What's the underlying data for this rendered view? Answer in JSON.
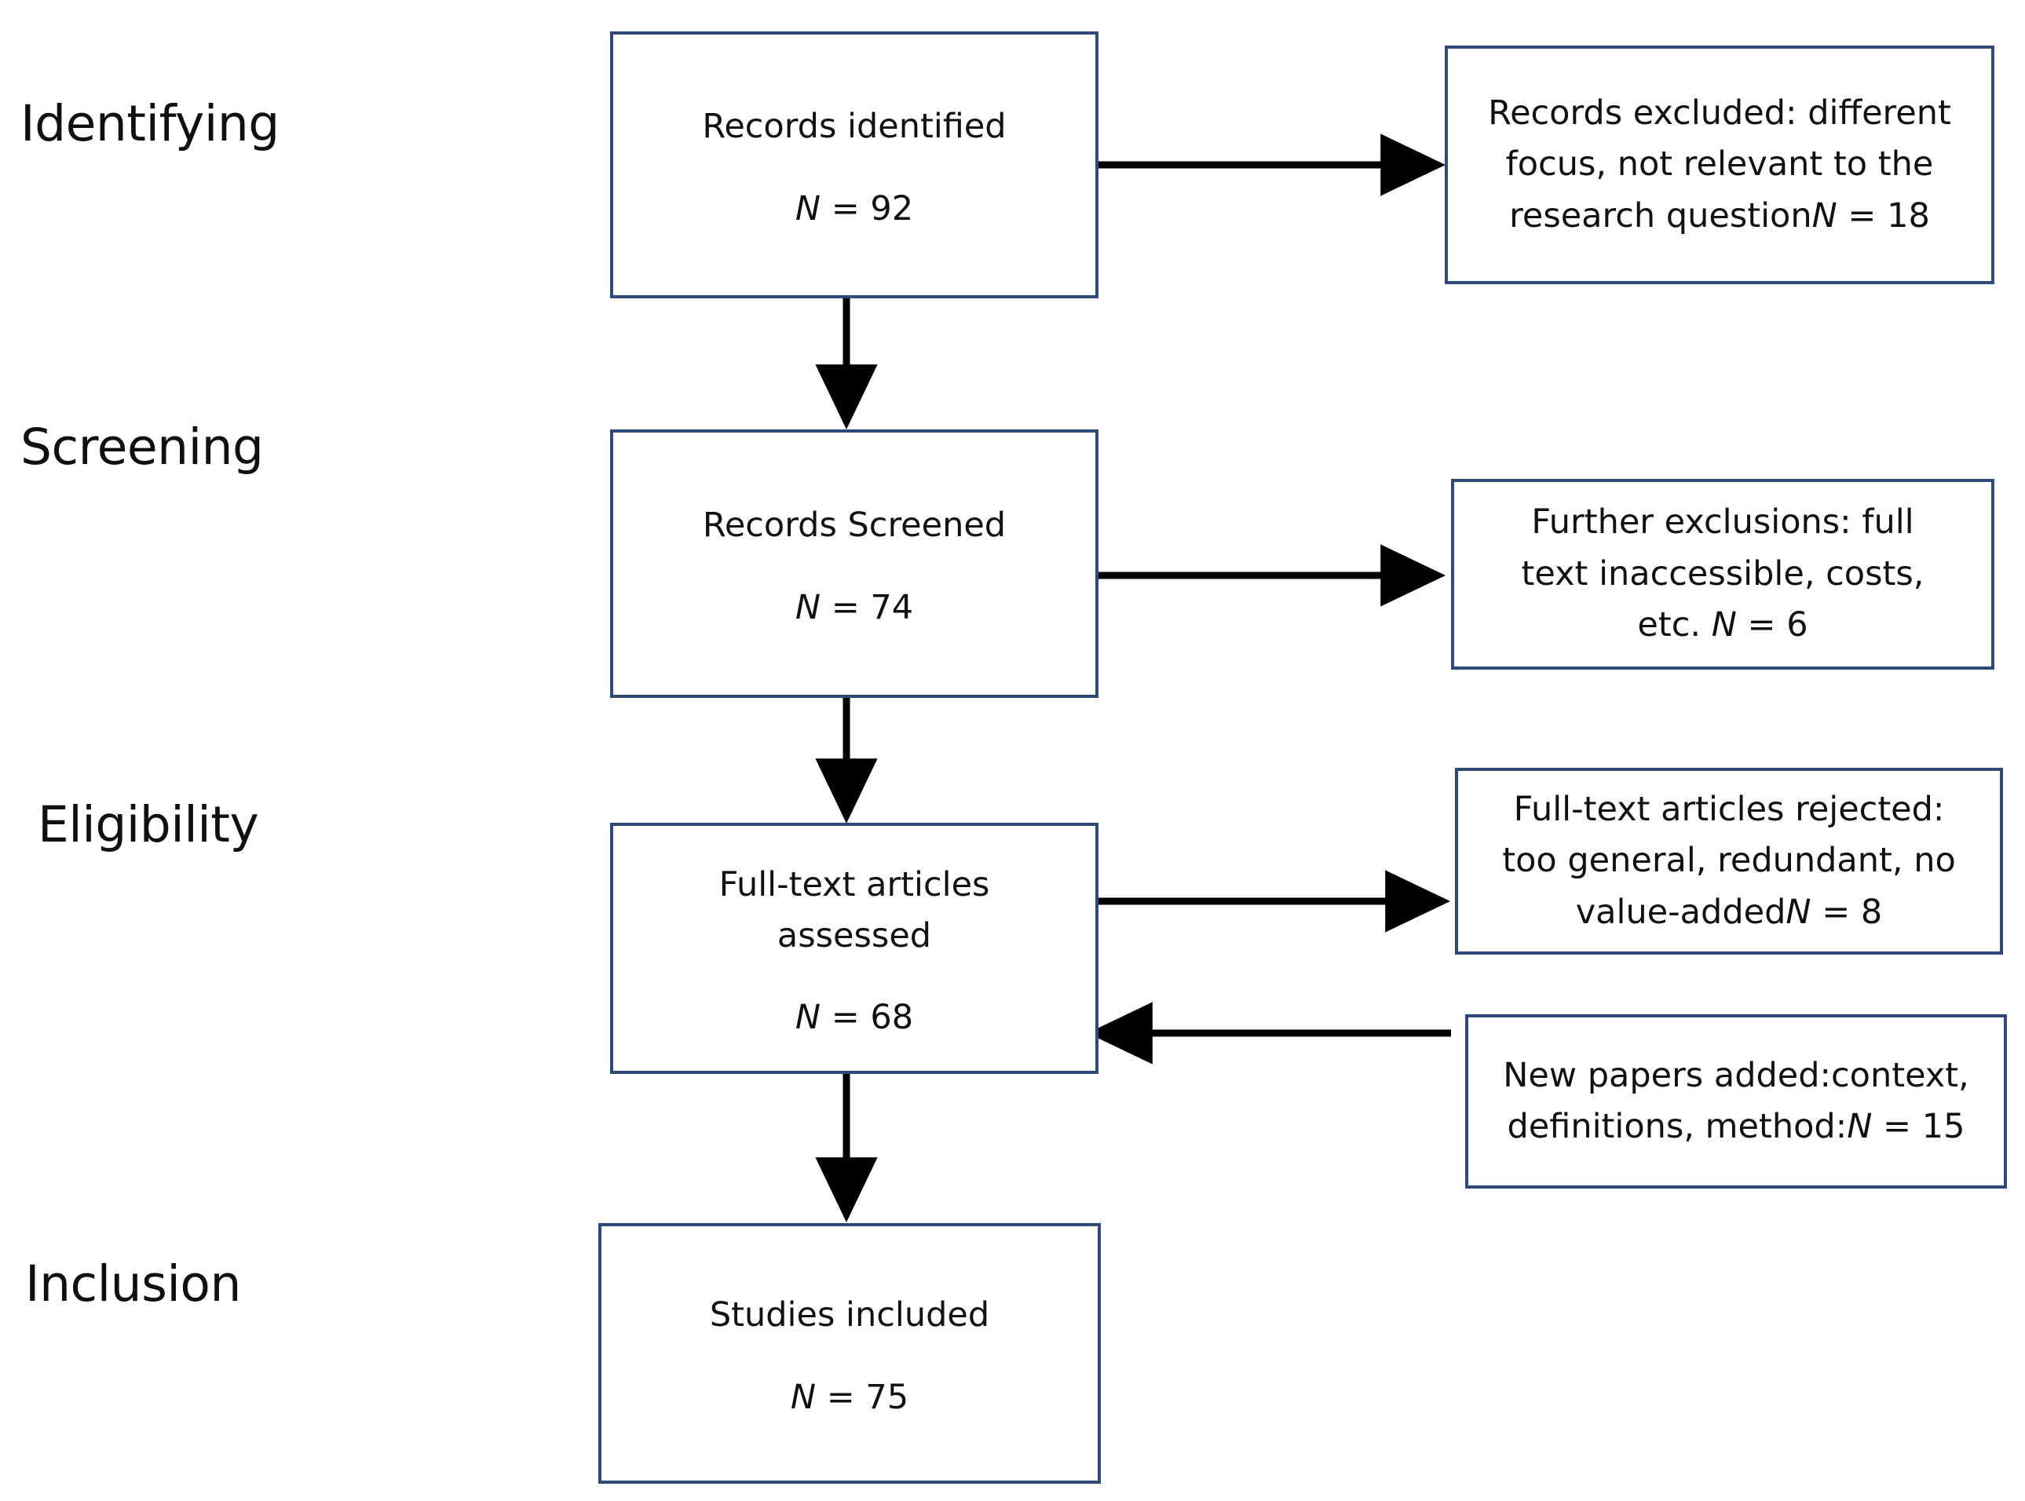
{
  "diagram": {
    "title": "PRISMA study selection flow diagram",
    "accent_border_color": "#2f4a77",
    "arrow_color": "#000000",
    "background_color": "#ffffff"
  },
  "stages": [
    {
      "id": "identifying",
      "label": "Identifying"
    },
    {
      "id": "screening",
      "label": "Screening"
    },
    {
      "id": "eligibility",
      "label": "Eligibility"
    },
    {
      "id": "inclusion",
      "label": "Inclusion"
    }
  ],
  "main_nodes": [
    {
      "id": "records-identified",
      "label": "Records identified",
      "n_symbol": "N",
      "equals": " = ",
      "count": "92",
      "count_text": "N = 92"
    },
    {
      "id": "records-screened",
      "label": "Records Screened",
      "n_symbol": "N",
      "equals": " = ",
      "count": "74",
      "count_text": "N = 74"
    },
    {
      "id": "full-text-assessed",
      "label": "Full-text articles\nassessed",
      "n_symbol": "N",
      "equals": " = ",
      "count": "68",
      "count_text": "N = 68"
    },
    {
      "id": "studies-included",
      "label": "Studies included",
      "n_symbol": "N",
      "equals": " = ",
      "count": "75",
      "count_text": "N = 75"
    }
  ],
  "side_nodes": [
    {
      "id": "records-excluded",
      "text_before": "Records excluded: different\nfocus, not relevant to the\nresearch question",
      "n_symbol": "N",
      "equals": " = ",
      "count": "18",
      "full_text": "Records excluded: different focus, not relevant to the research questionN = 18"
    },
    {
      "id": "further-exclusions",
      "text_before": "Further exclusions: full\ntext inaccessible, costs,\netc. ",
      "n_symbol": "N",
      "equals": " = ",
      "count": "6",
      "full_text": "Further exclusions: full text inaccessible, costs, etc. N = 6"
    },
    {
      "id": "full-text-rejected",
      "text_before": "Full-text articles rejected:\ntoo general, redundant, no\nvalue-added",
      "n_symbol": "N",
      "equals": " = ",
      "count": "8",
      "full_text": "Full-text articles rejected: too general, redundant, no value-addedN = 8"
    },
    {
      "id": "new-papers-added",
      "text_before": "New papers added:context,\ndefinitions, method:",
      "n_symbol": "N",
      "equals": " = ",
      "count": "15",
      "full_text": "New papers added:context, definitions, method:N = 15"
    }
  ],
  "connectors": [
    {
      "id": "identified-to-excluded",
      "direction": "right"
    },
    {
      "id": "identified-to-screened",
      "direction": "down"
    },
    {
      "id": "screened-to-further-exclusions",
      "direction": "right"
    },
    {
      "id": "screened-to-fulltext",
      "direction": "down"
    },
    {
      "id": "fulltext-to-rejected",
      "direction": "right"
    },
    {
      "id": "newpapers-to-fulltext",
      "direction": "left"
    },
    {
      "id": "fulltext-to-included",
      "direction": "down"
    }
  ]
}
